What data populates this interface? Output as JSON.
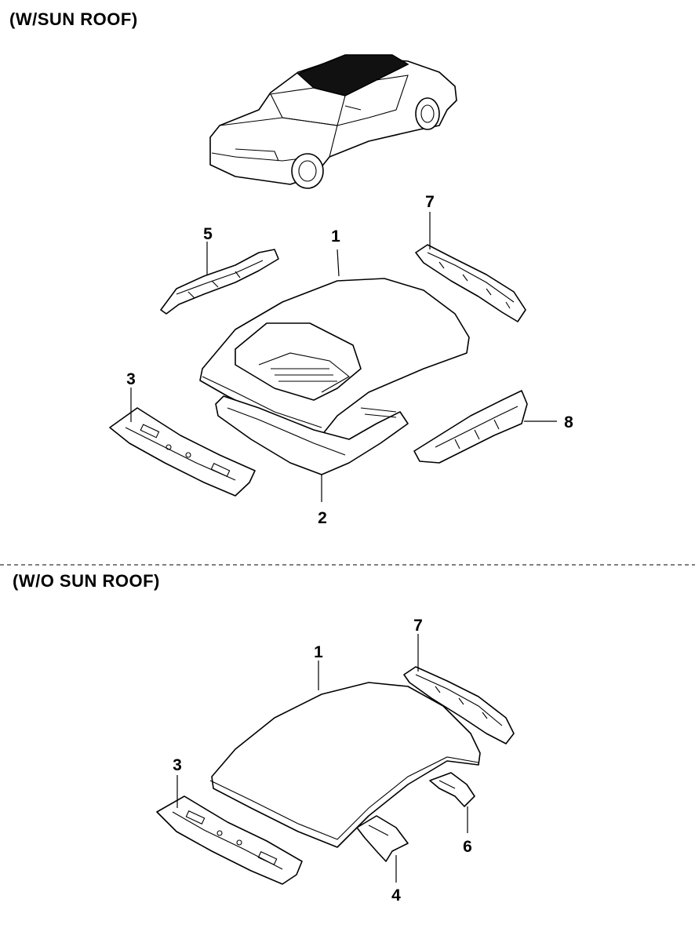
{
  "sections": {
    "with_sunroof": {
      "heading": "(W/SUN ROOF)",
      "callouts": {
        "roof_panel": "1",
        "sunroof_frame": "2",
        "front_rail": "3",
        "rail_5": "5",
        "side_rail_7": "7",
        "rail_8": "8"
      }
    },
    "without_sunroof": {
      "heading": "(W/O SUN ROOF)",
      "callouts": {
        "roof_panel": "1",
        "front_rail": "3",
        "bow_4": "4",
        "bow_6": "6",
        "side_rail_7": "7"
      }
    }
  },
  "colors": {
    "line": "#000000",
    "background": "#ffffff",
    "roof_highlight": "#111111"
  }
}
